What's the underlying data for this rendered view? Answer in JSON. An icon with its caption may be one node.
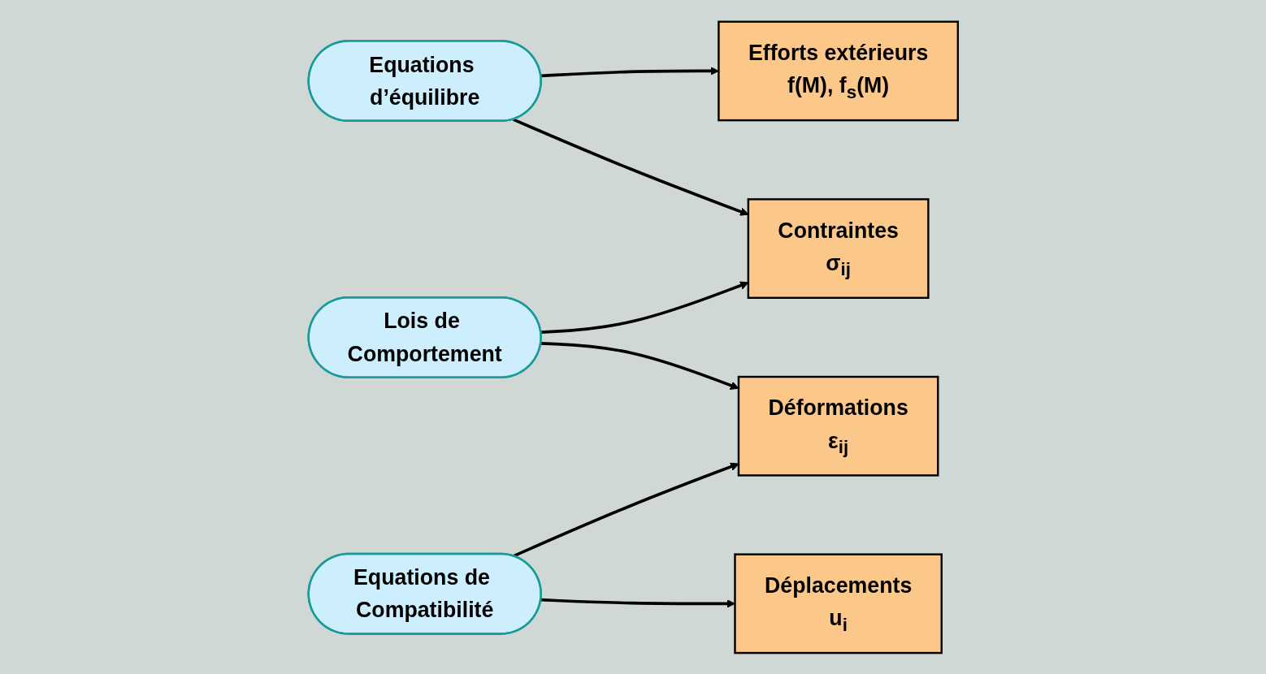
{
  "diagram": {
    "nodes": [
      {
        "text": [
          "Efforts extérieurs",
          "f(M), f$_{s}$(M)"
        ]
      },
      {
        "text": [
          "Equations d’équilibre"
        ]
      },
      {
        "text": [
          "Contraintes",
          "σ$_{ij}$"
        ]
      },
      {
        "text": [
          "Lois de Comportement"
        ]
      },
      {
        "text": [
          "Déplacements",
          "u$_{i}$"
        ]
      },
      {
        "text": [
          "Equations de Compatibilité"
        ]
      },
      {
        "text": [
          "Déformations",
          "ε$_{ij}$"
        ]
      }
    ],
    "edges": [
      {
        "from": 1,
        "to": 0,
        "arrow": "to"
      },
      {
        "from": 1,
        "to": 2,
        "arrow": "to"
      },
      {
        "from": 3,
        "to": 2,
        "arrow": "to"
      },
      {
        "from": 3,
        "to": 6,
        "arrow": "to"
      },
      {
        "from": 5,
        "to": 4,
        "arrow": "to"
      },
      {
        "from": 5,
        "to": 6,
        "arrow": "to"
      }
    ]
  }
}
